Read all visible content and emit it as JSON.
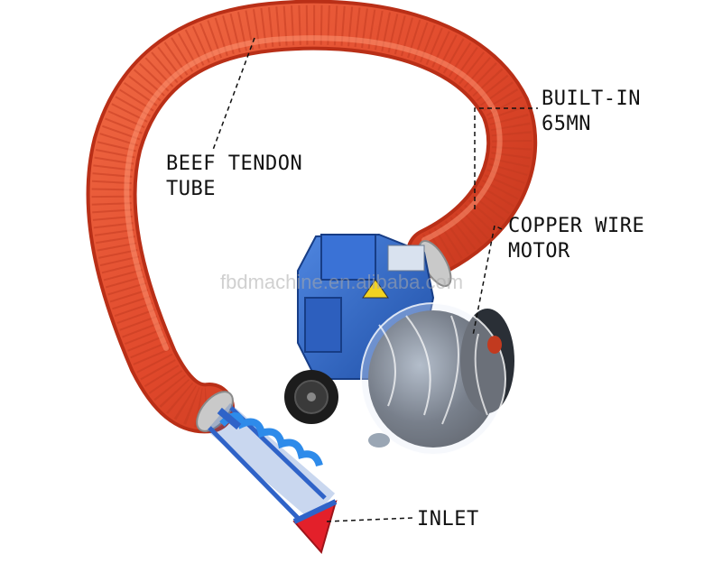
{
  "watermark": "fbdmachine.en.alibaba.com",
  "labels": {
    "beef_tendon": "BEEF TENDON\nTUBE",
    "built_in": "BUILT-IN\n65MN",
    "copper_wire": "COPPER WIRE\nMOTOR",
    "inlet": "INLET"
  },
  "colors": {
    "hose": "#e0482b",
    "hose_dark": "#b92f17",
    "machine_blue": "#2f63c8",
    "spiral_blue": "#3a7fd4",
    "cone_red": "#e3202a",
    "wheel": "#1c1c1c",
    "leader_line": "#111111"
  }
}
